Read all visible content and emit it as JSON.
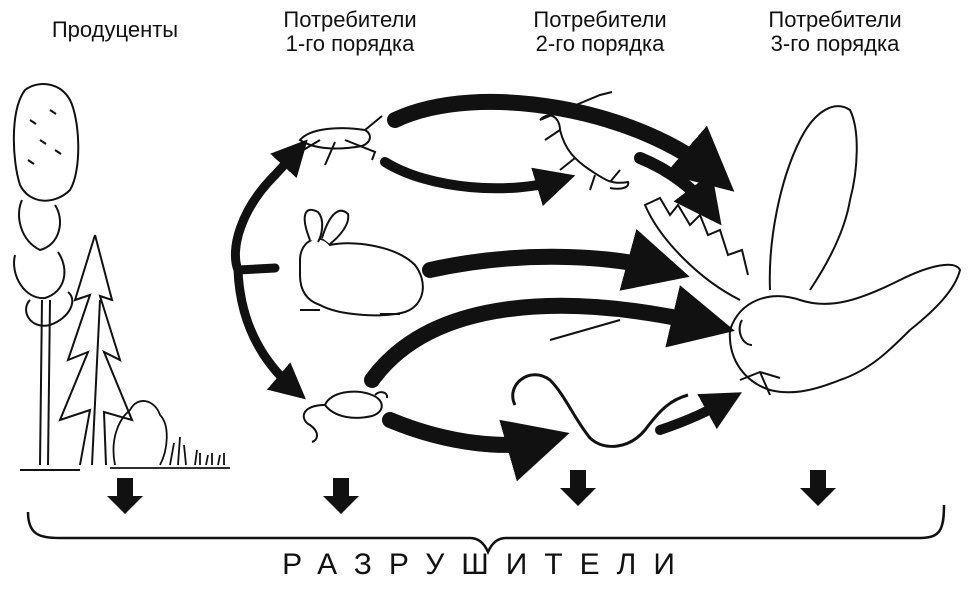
{
  "headers": {
    "producers": "Продуценты",
    "consumers1": {
      "line1": "Потребители",
      "line2": "1-го порядка"
    },
    "consumers2": {
      "line1": "Потребители",
      "line2": "2-го порядка"
    },
    "consumers3": {
      "line1": "Потребители",
      "line2": "3-го порядка"
    }
  },
  "decomposers": "РАЗРУШИТЕЛИ",
  "colors": {
    "ink": "#111111",
    "background": "#ffffff"
  }
}
